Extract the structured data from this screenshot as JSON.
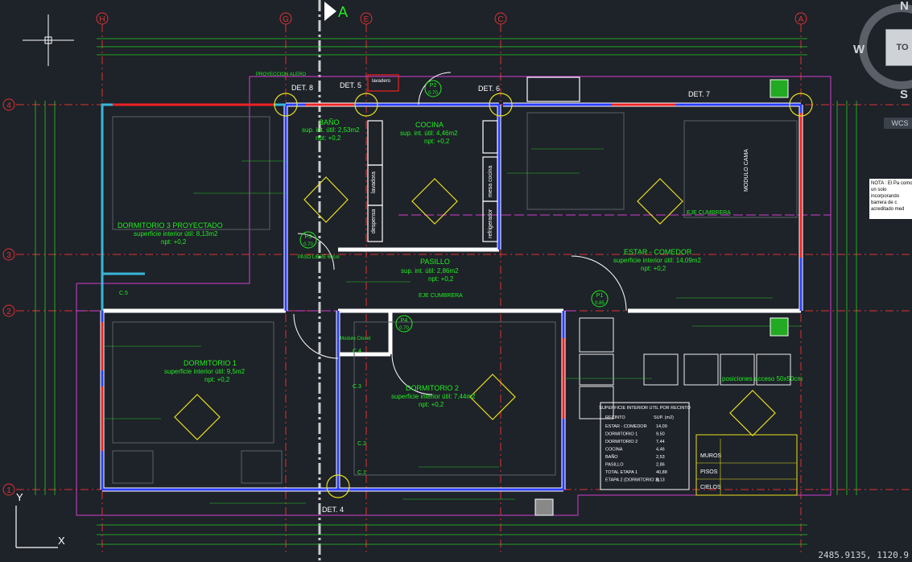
{
  "app": {
    "title": "AutoCAD drawing view",
    "status_coords": "2485.9135, 1120.9"
  },
  "viewcube": {
    "north": "N",
    "west": "W",
    "south": "S",
    "face": "TO",
    "wcs": "WCS"
  },
  "grid": {
    "columns": [
      "H",
      "G",
      "E",
      "C",
      "A"
    ],
    "rows": [
      "4",
      "3",
      "2",
      "1"
    ],
    "section_mark": "A"
  },
  "details": [
    "DET. 8",
    "DET. 5",
    "DET. 6",
    "DET. 7",
    "DET. 4"
  ],
  "doors": [
    "P2",
    "P3",
    "P4",
    "P1"
  ],
  "door_sizes": [
    "0.70",
    "0.70",
    "0.70",
    "0.85"
  ],
  "rooms": {
    "bano": {
      "name": "BAÑO",
      "area": "sup. int. útil: 2,53m2",
      "npt": "npt: +0,2"
    },
    "cocina": {
      "name": "COCINA",
      "area": "sup. int. útil: 4,46m2",
      "npt": "npt: +0,2"
    },
    "dorm3": {
      "name": "DORMITORIO 3 PROYECTADO",
      "area": "superficie interior útil: 8,13m2",
      "npt": "npt: +0,2"
    },
    "pasillo": {
      "name": "PASILLO",
      "area": "sup. int. útil: 2,86m2",
      "npt": "npt: +0,2"
    },
    "estar": {
      "name": "ESTAR - COMEDOR",
      "area": "superficie interior útil: 14,09m2",
      "npt": "npt: +0,2"
    },
    "dorm1": {
      "name": "DORMITORIO 1",
      "area": "superficie interior útil: 9,5m2",
      "npt": "npt: +0,2"
    },
    "dorm2": {
      "name": "DORMITORIO 2",
      "area": "superficie interior útil: 7,44m2",
      "npt": "npt: +0,2"
    }
  },
  "labels": {
    "lavadero": "lavadero",
    "despensa": "despensa",
    "lavadora": "lavadora",
    "mesa_cocina": "mesa cocina",
    "refrigerador": "refrigerador",
    "modulo_cama": "MODULO CAMA",
    "eje_cumbrera": "EJE CUMBRERA",
    "eje_cumbrera2": "EJE CUMBRERA",
    "proyeccion_alero": "PROYECCION ALERO",
    "c5": "C.5",
    "c4": "C.4",
    "c3": "C.3",
    "c2": "C.2",
    "c1": "C.1",
    "modulo_closet": "Modulo Closet",
    "posiciones": "posiciones acceso 50x50cm",
    "paso_libre": "PASO LIBRE 60cm"
  },
  "legend_table": {
    "title": "SUPERFICIE INTERIOR UTIL POR RECINTO",
    "headers": [
      "RECINTO",
      "SUP. (m2)"
    ],
    "rows": [
      [
        "ESTAR - COMEDOR",
        "14,09"
      ],
      [
        "DORMITORIO 1",
        "9,50"
      ],
      [
        "DORMITORIO 2",
        "7,44"
      ],
      [
        "COCINA",
        "4,46"
      ],
      [
        "BAÑO",
        "2,53"
      ],
      [
        "PASILLO",
        "2,86"
      ],
      [
        "TOTAL ETAPA 1",
        "40,88"
      ],
      [
        "ETAPA 2 (DORMITORIO 3)",
        "8,13"
      ]
    ]
  },
  "materials_table": {
    "groups": [
      "MUROS",
      "PISOS",
      "CIELOS"
    ]
  },
  "nota": "NOTA : El Pa como un solo incorporando barrera de c acreditado med"
}
